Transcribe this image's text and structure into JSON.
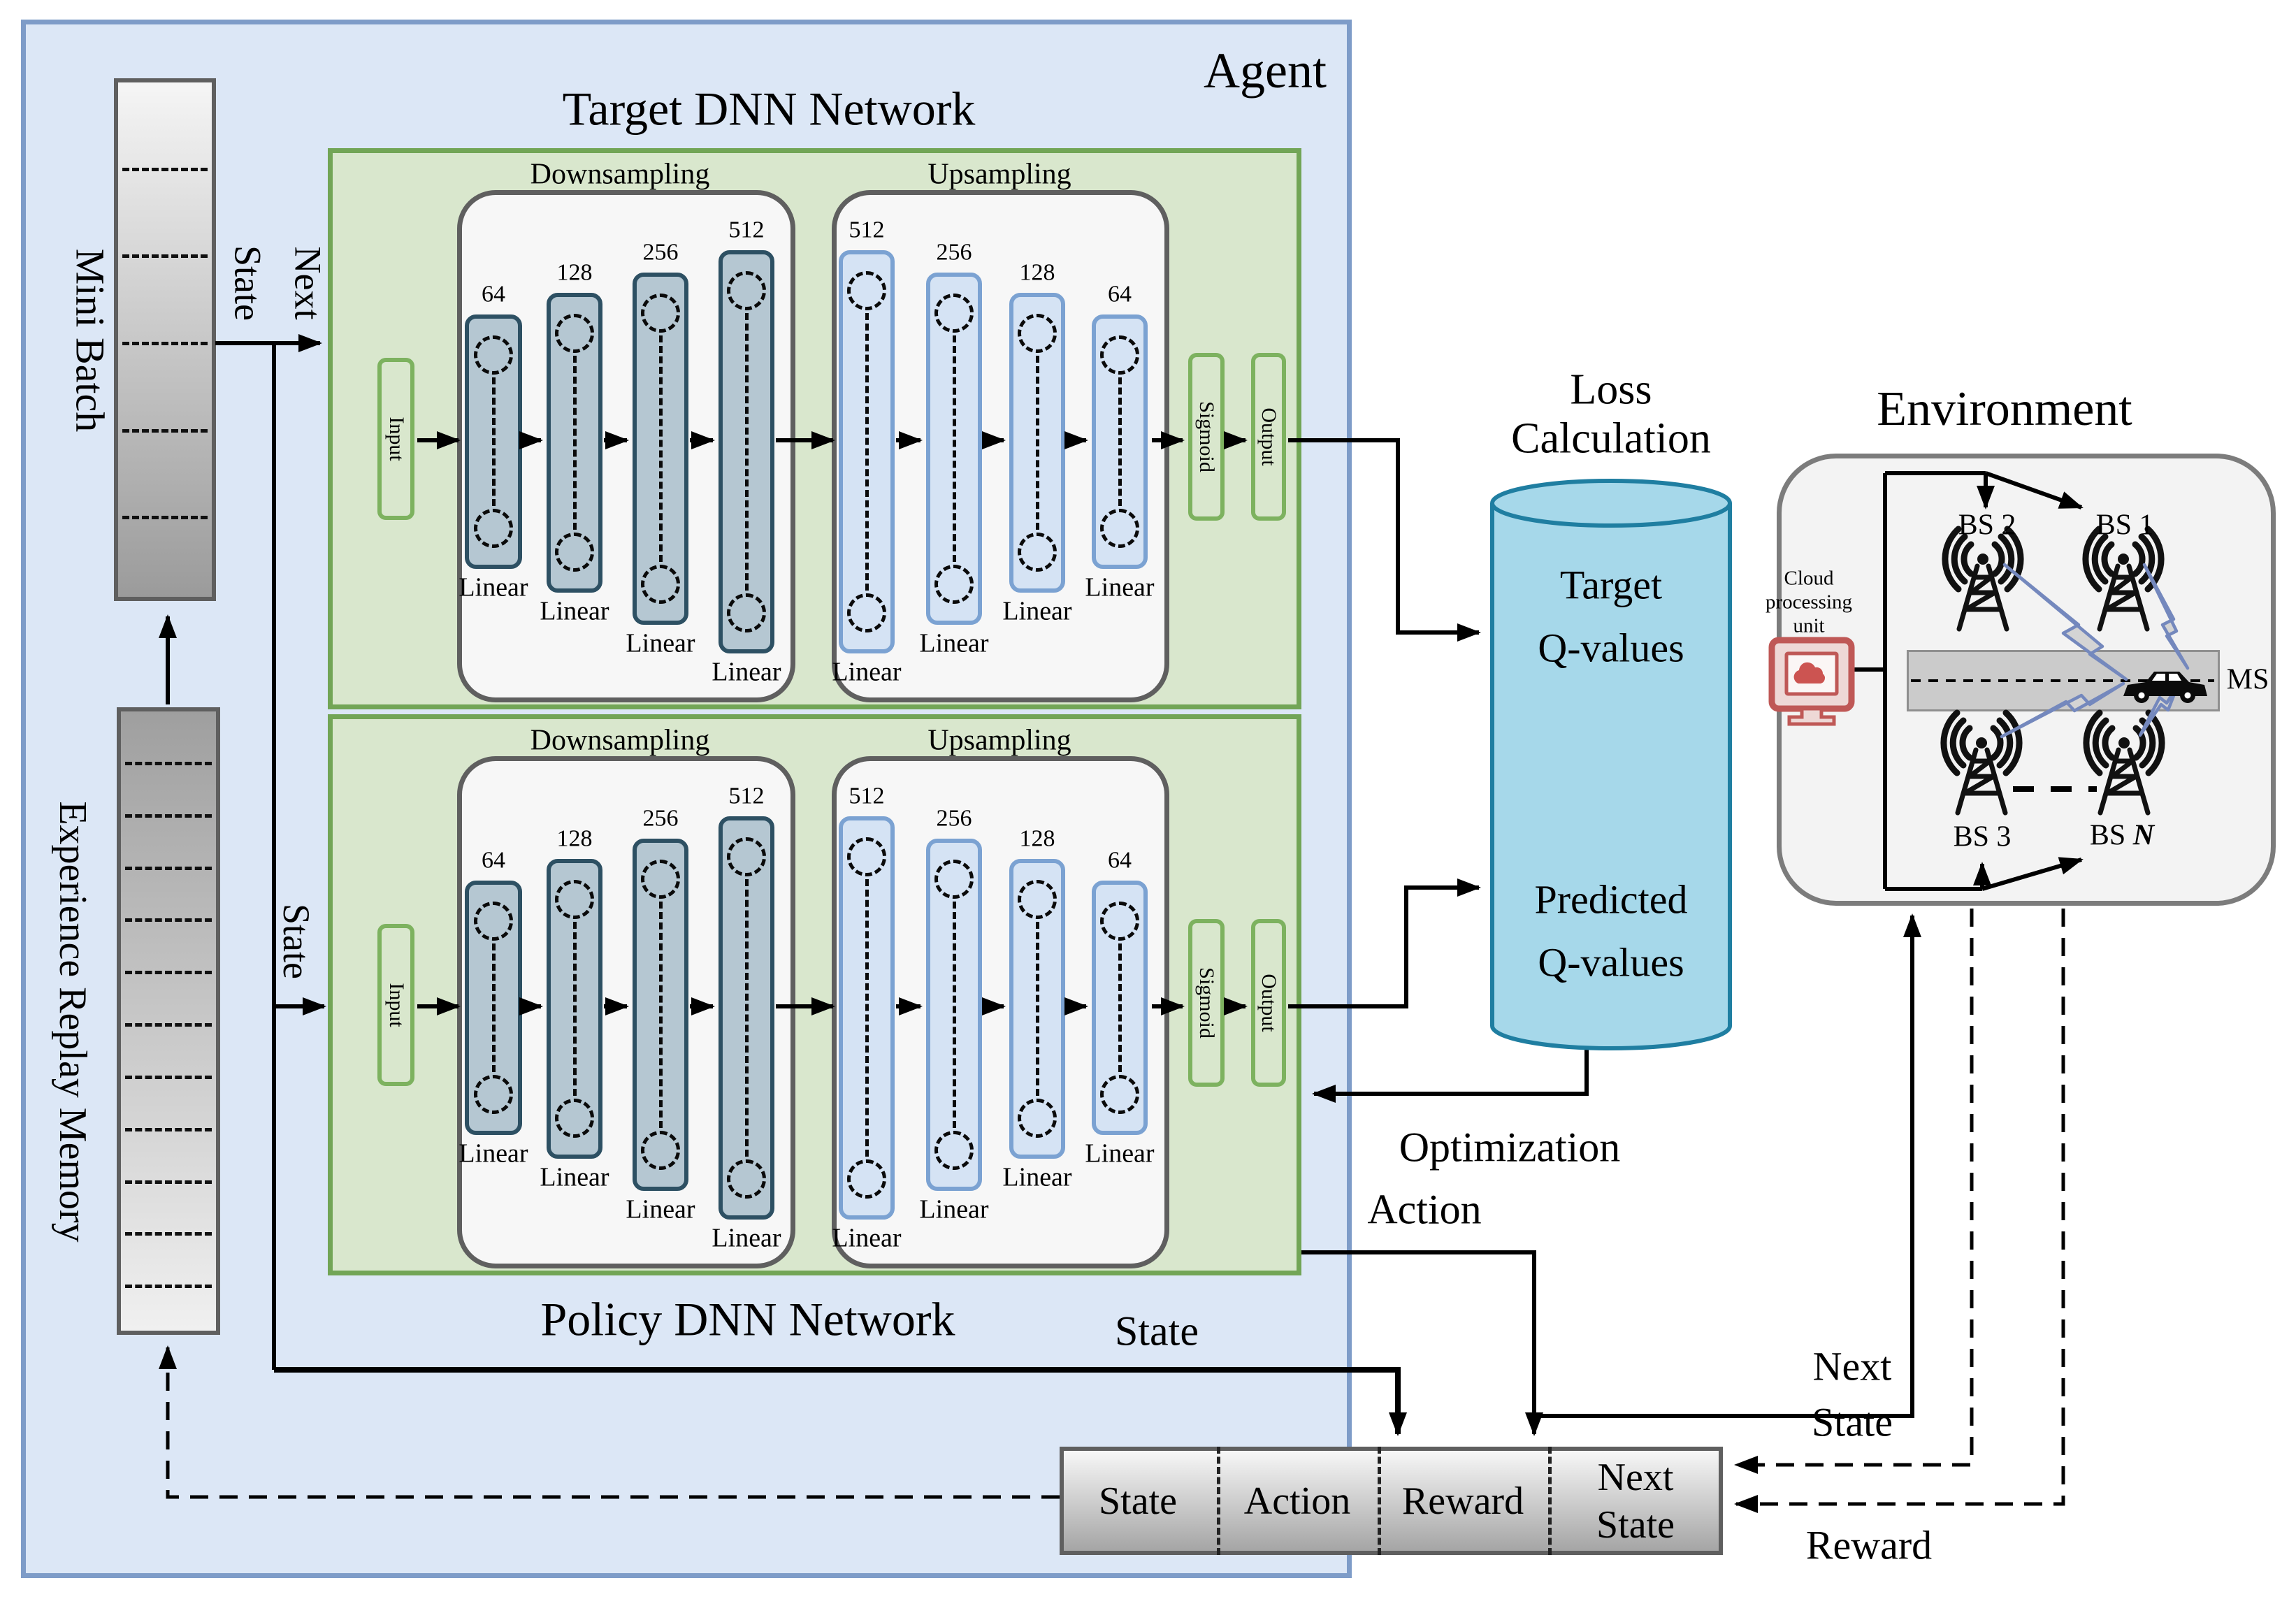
{
  "agent": {
    "title": "Agent"
  },
  "memory": {
    "mini_batch": "Mini Batch",
    "experience_replay": "Experience Replay Memory"
  },
  "dnn": {
    "target_title": "Target DNN Network",
    "policy_title": "Policy DNN Network",
    "downsampling": "Downsampling",
    "upsampling": "Upsampling",
    "input": "Input",
    "sigmoid": "Sigmoid",
    "output": "Output",
    "linear": "Linear",
    "down_layers": [
      "64",
      "128",
      "256",
      "512"
    ],
    "up_layers": [
      "512",
      "256",
      "128",
      "64"
    ]
  },
  "loss": {
    "title": [
      "Loss",
      "Calculation"
    ],
    "target_q": [
      "Target",
      "Q-values"
    ],
    "predicted_q": [
      "Predicted",
      "Q-values"
    ]
  },
  "flows": {
    "next_state_vertical": [
      "Next",
      "State"
    ],
    "state_vertical": "State",
    "state": "State",
    "action": "Action",
    "optimization": "Optimization",
    "next_state": [
      "Next",
      "State"
    ],
    "reward": "Reward"
  },
  "replay_tuple": {
    "state": "State",
    "action": "Action",
    "reward": "Reward",
    "next_state": [
      "Next",
      "State"
    ]
  },
  "environment": {
    "title": "Environment",
    "cloud_unit": [
      "Cloud",
      "processing",
      "unit"
    ],
    "bs2": "BS 2",
    "bs1": "BS 1",
    "bs3": "BS 3",
    "bsn_prefix": "BS ",
    "bsn_n": "N",
    "ms": "MS"
  },
  "colors": {
    "agent_fill": "#dce7f6",
    "agent_border": "#7e9cc8",
    "panel_fill": "#d9e7cd",
    "panel_border": "#72a556",
    "down_bar": "#b5c7d2",
    "down_bar_border": "#2d5063",
    "up_bar": "#d5e3f4",
    "up_bar_border": "#7ba2d2",
    "cylinder_fill": "#a6d8ea",
    "cylinder_border": "#1f7ea1",
    "env_fill": "#f3f3f3",
    "monitor_red": "#bf5856",
    "bolt_blue": "#7488bd"
  }
}
